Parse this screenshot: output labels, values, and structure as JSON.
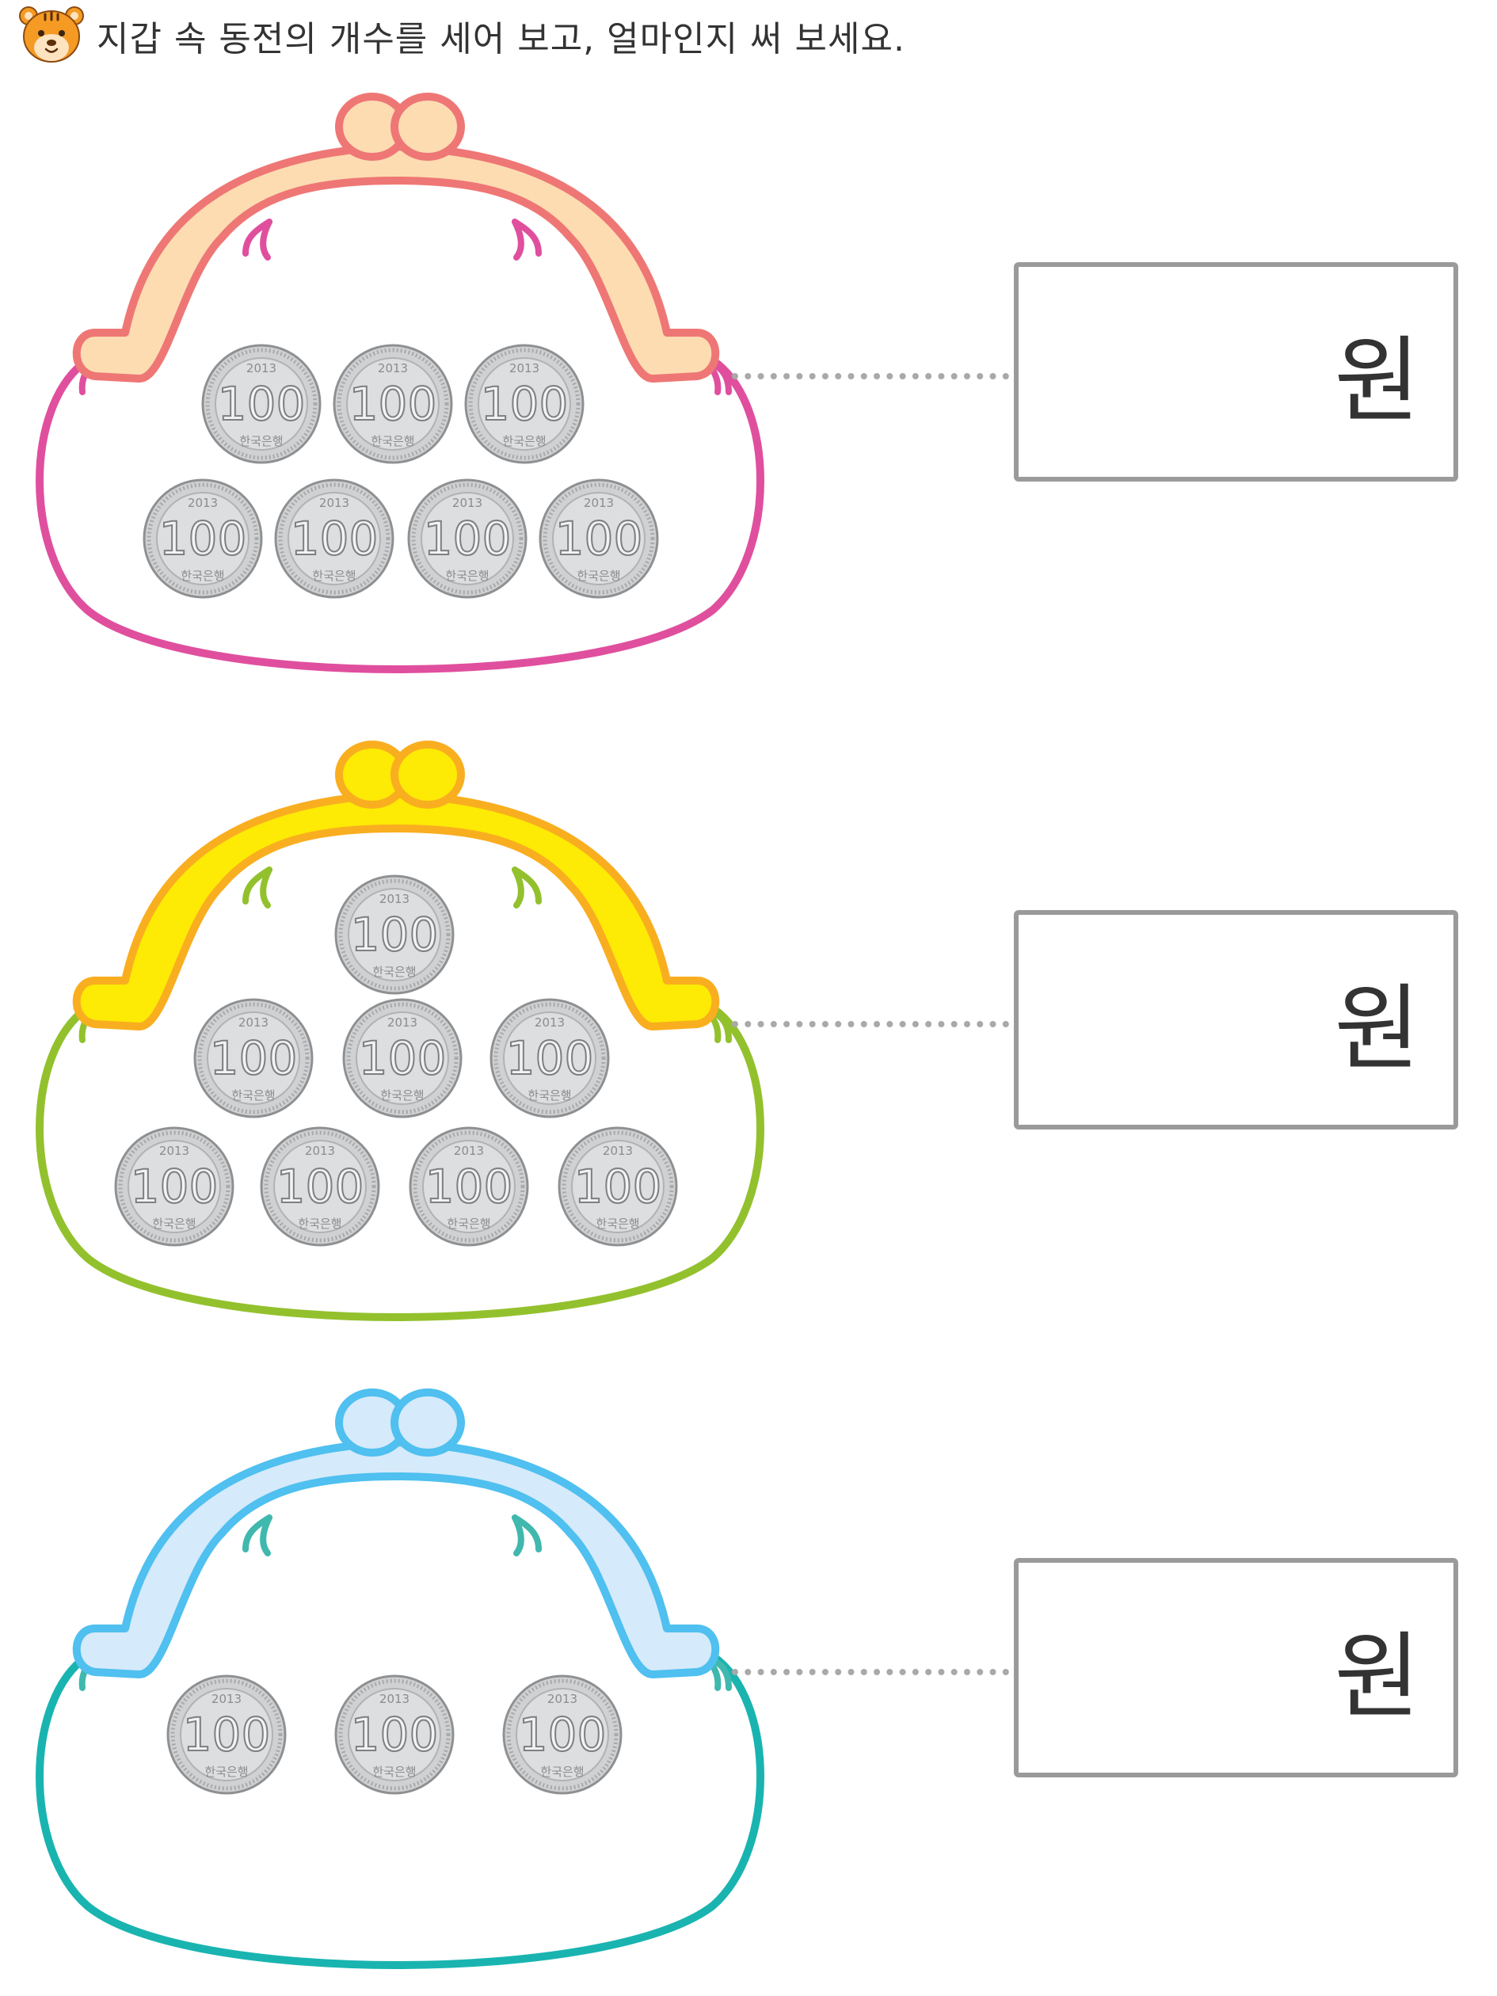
{
  "instruction": "지갑 속 동전의 개수를 세어 보고, 얼마인지 써 보세요.",
  "header_icon": "tiger-face-icon",
  "coin": {
    "value_text": "100",
    "year_text": "2013",
    "bottom_text": "한국은행",
    "icon": "100-won-coin-icon"
  },
  "purses": [
    {
      "coin_count": 7,
      "coin_rows": [
        3,
        4
      ],
      "colors": {
        "clasp_fill": "#fddcb2",
        "clasp_stroke": "#ee7775",
        "body_stroke": "#e04f9e",
        "thread": "#e04f9e"
      },
      "answer": {
        "unit": "원",
        "value": ""
      }
    },
    {
      "coin_count": 8,
      "coin_rows": [
        1,
        3,
        4
      ],
      "colors": {
        "clasp_fill": "#fdea05",
        "clasp_stroke": "#f9ae20",
        "body_stroke": "#93c12d",
        "thread": "#93c12d"
      },
      "answer": {
        "unit": "원",
        "value": ""
      }
    },
    {
      "coin_count": 3,
      "coin_rows": [
        3
      ],
      "colors": {
        "clasp_fill": "#d5eafa",
        "clasp_stroke": "#4fc0ef",
        "body_stroke": "#19b4b0",
        "thread": "#40b8ae"
      },
      "answer": {
        "unit": "원",
        "value": ""
      }
    }
  ]
}
